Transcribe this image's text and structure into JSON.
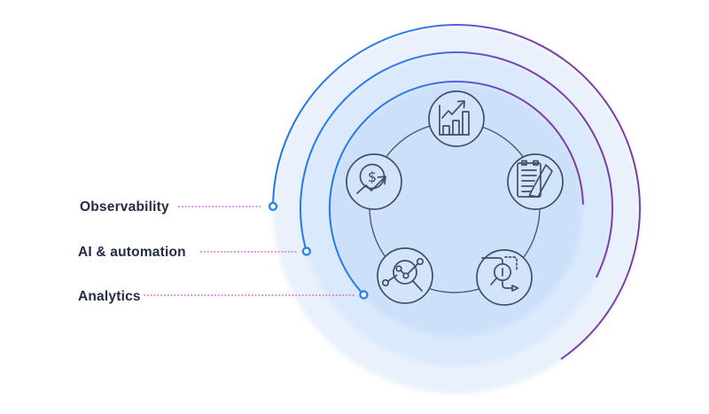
{
  "labels": [
    {
      "id": "observability",
      "text": "Observability"
    },
    {
      "id": "ai-automation",
      "text": "AI & automation"
    },
    {
      "id": "analytics",
      "text": "Analytics"
    }
  ],
  "cycle_icons": [
    {
      "name": "bar-chart-growth-icon"
    },
    {
      "name": "clipboard-edit-icon"
    },
    {
      "name": "search-flow-icon"
    },
    {
      "name": "network-analysis-magnifier-icon"
    },
    {
      "name": "dollar-growth-icon"
    }
  ],
  "symbols": {
    "dollar": "$"
  },
  "colors": {
    "arc_blue": "#2176ec",
    "arc_purple": "#7c3da6",
    "connector_magenta": "#cf6be0",
    "endpoint_blue": "#2b85f0",
    "ring_fill_outer": "#e9f1fd",
    "ring_fill_middle": "#dbe9fc",
    "ring_fill_inner": "#cde0fa",
    "icon_stroke": "#424d63",
    "label_text": "#232c48",
    "background": "#ffffff"
  }
}
